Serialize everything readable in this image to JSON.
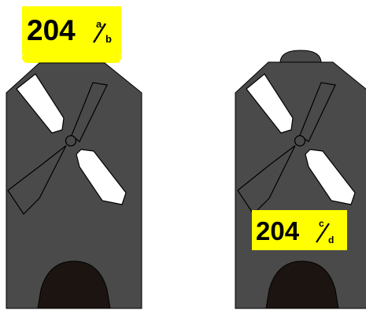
{
  "diagram": {
    "colors": {
      "background": "#ffffff",
      "body_fill": "#4a4a4a",
      "outline": "#000000",
      "blade_fill": "#ffffff",
      "door_fill": "#1b1410",
      "tag_fill": "#ffff00"
    },
    "left_unit": {
      "tag": {
        "number": "204",
        "fraction_top": "a",
        "fraction_bottom": "b"
      },
      "cap_icon": "yellow-bar"
    },
    "right_unit": {
      "tag": {
        "number": "204",
        "fraction_top": "c",
        "fraction_bottom": "d"
      },
      "cap_icon": "dome-knob"
    }
  }
}
